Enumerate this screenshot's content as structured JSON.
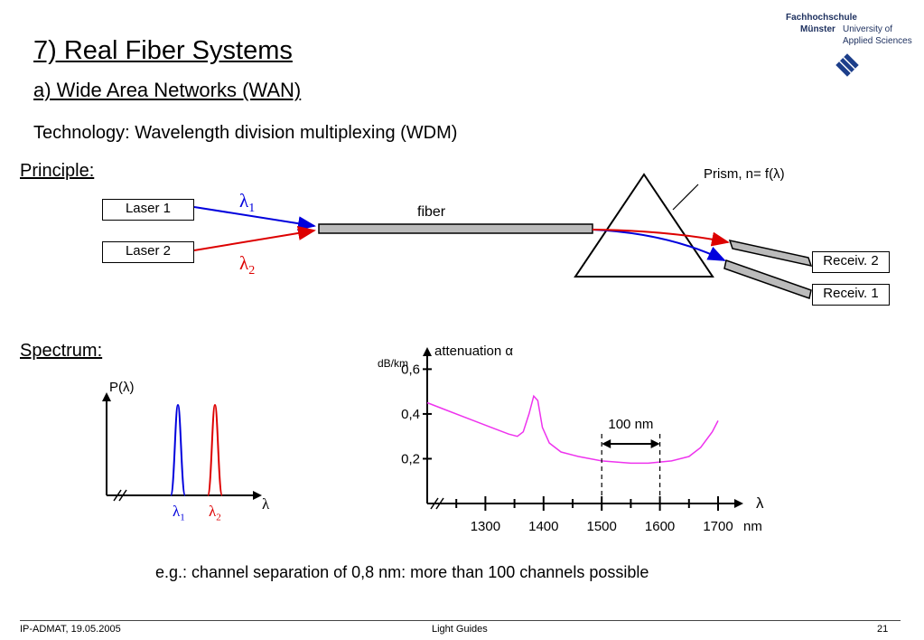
{
  "logo": {
    "line1": "Fachhochschule",
    "line2": "Münster",
    "line3": "University of",
    "line4": "Applied Sciences"
  },
  "title": "7) Real Fiber Systems",
  "subtitle": "a) Wide Area Networks (WAN)",
  "technology": "Technology: Wavelength division multiplexing (WDM)",
  "principle": {
    "heading": "Principle:",
    "laser1": "Laser 1",
    "laser2": "Laser 2",
    "lambda1": "λ",
    "lambda1_sub": "1",
    "lambda2": "λ",
    "lambda2_sub": "2",
    "fiber": "fiber",
    "prism": "Prism, n= f(λ)",
    "receiver2": "Receiv. 2",
    "receiver1": "Receiv. 1",
    "colors": {
      "ch1": "#0000dd",
      "ch2": "#dd0000",
      "fiber": "#bbbbbb"
    }
  },
  "spectrum": {
    "heading": "Spectrum:",
    "ylabel": "P(λ)",
    "xlabel": "λ",
    "peak1_label": "λ",
    "peak1_sub": "1",
    "peak2_label": "λ",
    "peak2_sub": "2"
  },
  "chart_data": {
    "type": "line",
    "ylabel_unit": "dB/km",
    "ylabel": "attenuation α",
    "xlabel_symbol": "λ",
    "xlabel_unit": "nm",
    "x_ticks": [
      "1300",
      "1400",
      "1500",
      "1600",
      "1700"
    ],
    "y_ticks": [
      "0,2",
      "0,4",
      "0,6"
    ],
    "xlim": [
      1200,
      1700
    ],
    "ylim": [
      0,
      0.65
    ],
    "series": [
      {
        "color": "#ee33ee",
        "x": [
          1200,
          1230,
          1270,
          1310,
          1340,
          1355,
          1365,
          1375,
          1383,
          1390,
          1398,
          1410,
          1430,
          1460,
          1500,
          1550,
          1580,
          1620,
          1650,
          1670,
          1690,
          1700
        ],
        "y": [
          0.45,
          0.42,
          0.38,
          0.34,
          0.31,
          0.3,
          0.32,
          0.4,
          0.48,
          0.46,
          0.34,
          0.27,
          0.23,
          0.21,
          0.19,
          0.18,
          0.18,
          0.19,
          0.21,
          0.25,
          0.32,
          0.37
        ]
      }
    ],
    "annotation": {
      "label": "100 nm",
      "from": 1500,
      "to": 1600
    }
  },
  "caption": "e.g.: channel separation of 0,8 nm: more than 100 channels possible",
  "footer": {
    "left": "IP-ADMAT, 19.05.2005",
    "center": "Light Guides",
    "right": "21"
  }
}
